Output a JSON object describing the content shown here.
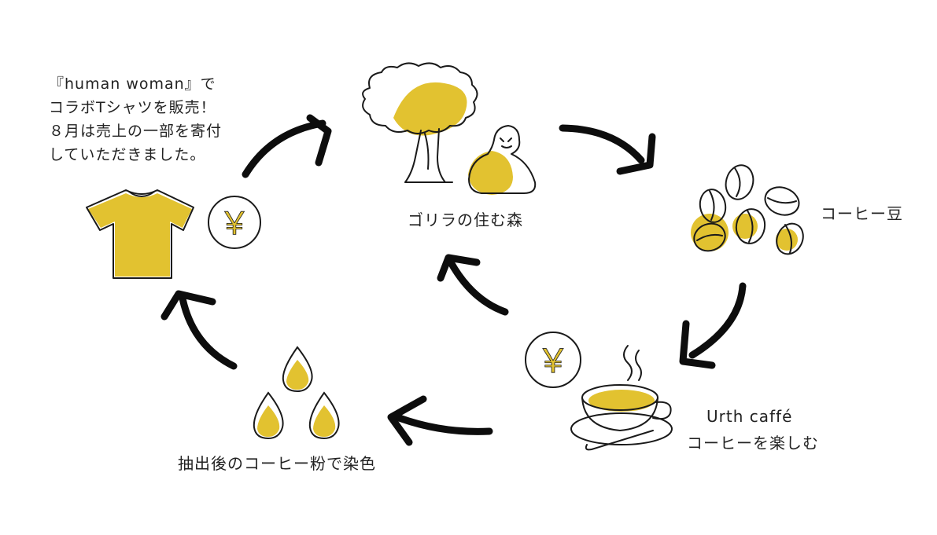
{
  "note": {
    "lines": [
      "『human woman』で",
      "コラボTシャツを販売！",
      "８月は売上の一部を寄付",
      "していただきました。"
    ]
  },
  "labels": {
    "forest": "ゴリラの住む森",
    "beans": "コーヒー豆",
    "cafe_name": "Urth caffé",
    "cafe_desc": "コーヒーを楽しむ",
    "dye": "抽出後のコーヒー粉で染色"
  },
  "yen_symbol": "￥",
  "colors": {
    "accent": "#E2C230",
    "ink": "#1a1a1a"
  },
  "icons": [
    "tshirt-icon",
    "yen-coin-icon",
    "tree-icon",
    "gorilla-icon",
    "coffee-beans-icon",
    "coffee-cup-icon",
    "dye-drops-icon",
    "cycle-arrow-icon"
  ]
}
